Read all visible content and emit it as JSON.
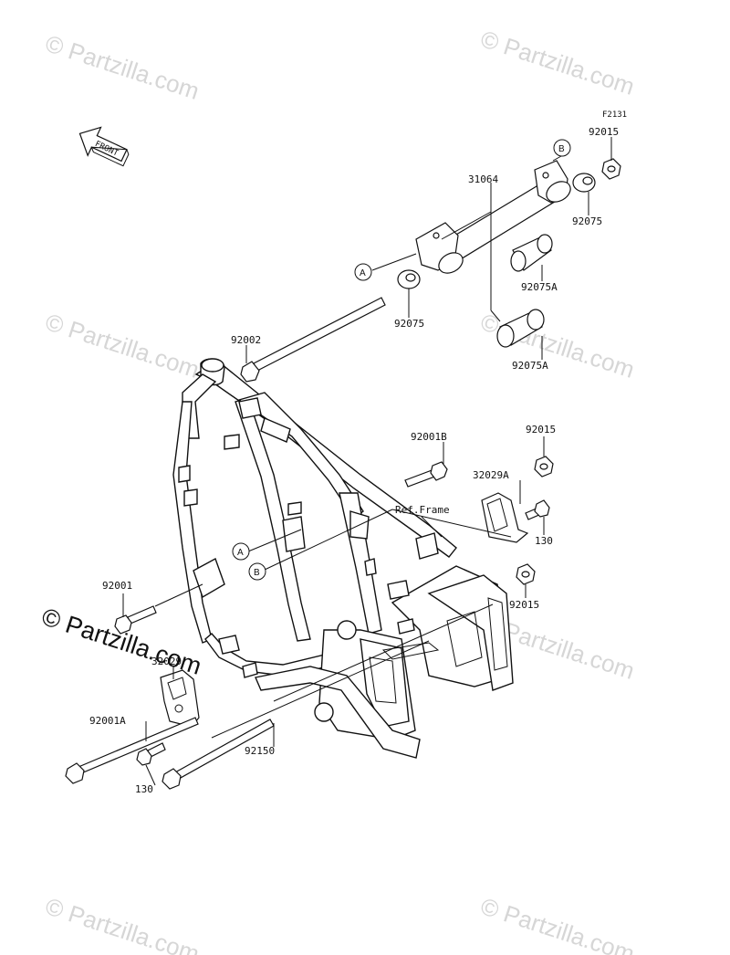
{
  "figure_code": "F2131",
  "front_label": "FRONT",
  "ref_label": "Ref.Frame",
  "callouts": {
    "a": "A",
    "b": "B"
  },
  "parts": {
    "p31064": "31064",
    "p92015_top": "92015",
    "p92075_right": "92075",
    "p92075_left": "92075",
    "p92075A_top": "92075A",
    "p92075A_bottom": "92075A",
    "p92002": "92002",
    "p92001B": "92001B",
    "p92015_mid": "92015",
    "p32029A": "32029A",
    "p130_right": "130",
    "p92015_low": "92015",
    "p92001": "92001",
    "p32029": "32029",
    "p92001A": "92001A",
    "p130_left": "130",
    "p92150": "92150"
  },
  "watermark": {
    "small": "© Partzilla.com",
    "large": "© Partzilla.com"
  }
}
